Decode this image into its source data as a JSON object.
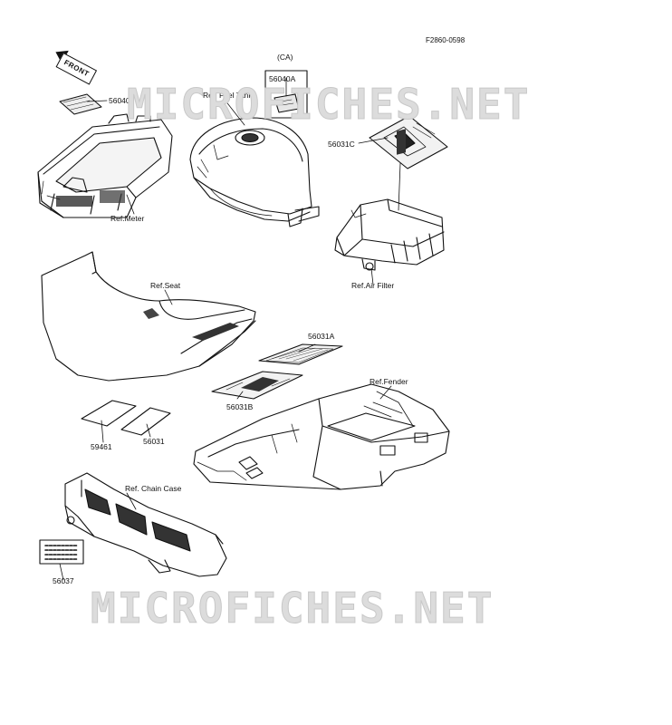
{
  "diagram_id": "F2860-0598",
  "watermark": "MICROFICHES.NET",
  "front_label": "FRONT",
  "ca_label": "(CA)",
  "callouts": {
    "p56040": "56040",
    "p56040A": "56040A",
    "p56031C": "56031C",
    "p56031A": "56031A",
    "p56031B": "56031B",
    "p59461": "59461",
    "p56031": "56031",
    "p56037": "56037"
  },
  "refs": {
    "meter": "Ref.Meter",
    "fuel_tank": "Ref. Fuel Tank",
    "air_filter": "Ref.Air Filter",
    "seat": "Ref.Seat",
    "fender": "Ref.Fender",
    "chain_case": "Ref. Chain Case"
  }
}
